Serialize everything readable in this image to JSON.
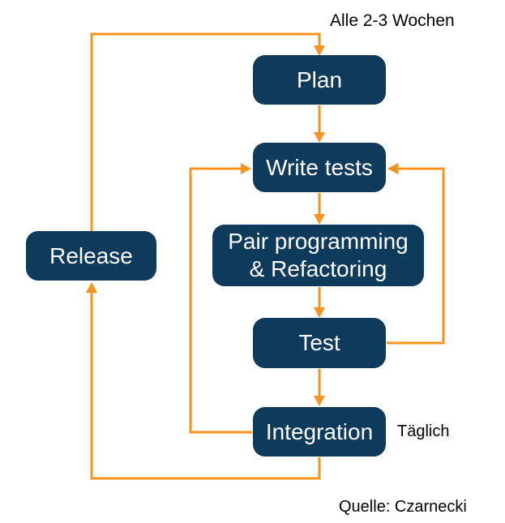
{
  "diagram": {
    "annotations": {
      "cycle_weeks": "Alle 2-3 Wochen",
      "daily": "Täglich",
      "source": "Quelle: Czarnecki"
    },
    "nodes": [
      {
        "id": "plan",
        "label": "Plan"
      },
      {
        "id": "write-tests",
        "label": "Write tests"
      },
      {
        "id": "pair-programming",
        "label_line1": "Pair programming",
        "label_line2": "& Refactoring"
      },
      {
        "id": "test",
        "label": "Test"
      },
      {
        "id": "integration",
        "label": "Integration"
      },
      {
        "id": "release",
        "label": "Release"
      }
    ],
    "colors": {
      "node_fill": "#0e3a5c",
      "node_text": "#ffffff",
      "arrow": "#f7941d",
      "annotation_text": "#000000",
      "background": "#ffffff"
    }
  }
}
